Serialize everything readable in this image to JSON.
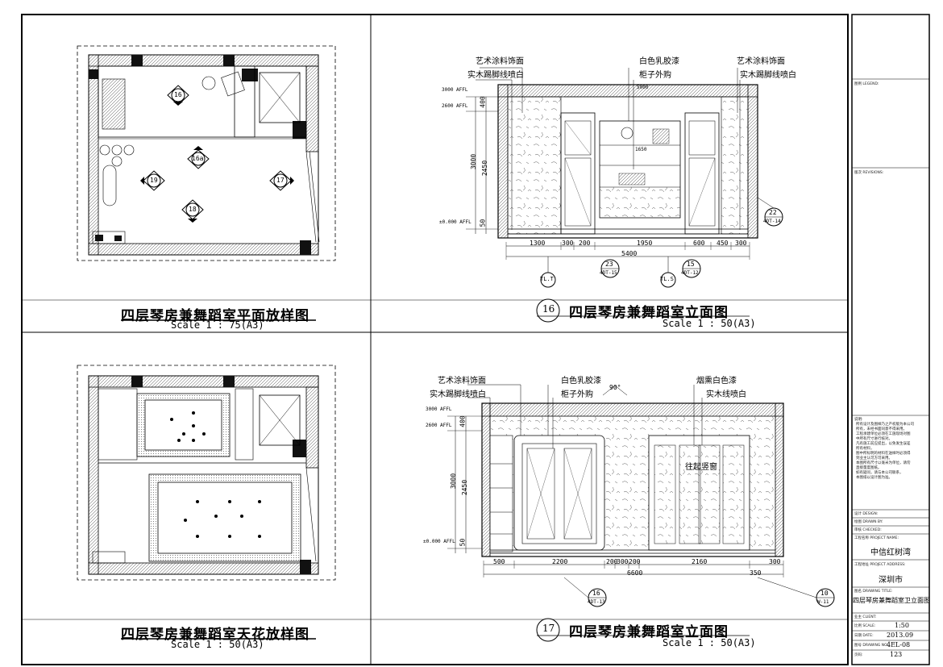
{
  "panels": {
    "plan_floor": {
      "title": "四层琴房兼舞蹈室平面放样图",
      "scale": "Scale 1 : 75(A3)",
      "markers": [
        "16",
        "16a",
        "19",
        "17",
        "18"
      ]
    },
    "elev_16": {
      "number": "16",
      "title": "四层琴房兼舞蹈室立面图",
      "scale": "Scale 1 : 50(A3)",
      "notes": [
        "艺术涂料饰面",
        "实木踢脚线喷白",
        "白色乳胶漆",
        "柜子外购",
        "艺术涂料饰面",
        "实木踢脚线喷白"
      ],
      "levels": [
        "3000 AFFL",
        "2600 AFFL",
        "±0.000 AFFL"
      ],
      "vdims": [
        "400",
        "3000",
        "2450",
        "50"
      ],
      "hdims": [
        "1300",
        "300",
        "200",
        "1950",
        "600",
        "450",
        "300"
      ],
      "total": "5400",
      "inner_dims": [
        "5000",
        "1650"
      ],
      "refs": [
        {
          "n": "23",
          "s": "4DT-15"
        },
        {
          "n": "15",
          "s": "4DT-12"
        },
        {
          "n": "22",
          "s": "4DT-14"
        }
      ],
      "grids": [
        "TL.T",
        "TL.S"
      ]
    },
    "plan_ceiling": {
      "title": "四层琴房兼舞蹈室天花放样图",
      "scale": "Scale 1 : 50(A3)"
    },
    "elev_17": {
      "number": "17",
      "title": "四层琴房兼舞蹈室立面图",
      "scale": "Scale 1 : 50(A3)",
      "notes": [
        "艺术涂料饰面",
        "实木踢脚线喷白",
        "白色乳胶漆",
        "柜子外购",
        "烟熏白色漆",
        "实木线喷白"
      ],
      "levels": [
        "3000 AFFL",
        "2600 AFFL",
        "±0.000 AFFL"
      ],
      "vdims": [
        "400",
        "3000",
        "2450",
        "50"
      ],
      "hdims": [
        "500",
        "2200",
        "200",
        "300",
        "200",
        "2160",
        "300"
      ],
      "total": "6600",
      "small_dim": "350",
      "angle": "90°",
      "door_label": "往起竖窗",
      "refs": [
        {
          "n": "16",
          "s": "4DT-13"
        },
        {
          "n": "10",
          "s": "W-11"
        }
      ]
    }
  },
  "titleblock": {
    "legend_label": "图例 LEGEND:",
    "revisions_label": "版次 REVISIONS:",
    "notes_label": "说明:",
    "notes": [
      "所有设计及图样乃之产权版为本公司",
      "所有，未经书面同意不得采用。",
      "工程承建单位必须在工施现场对图",
      "中所有尺寸进行核对。",
      "凡有施工前应提出，以免发生误差",
      "所有材料，",
      "图中所标明的材料在送样时必须得",
      "到业主认可方可采用。",
      "本图所有尺寸以毫米为单位，请勿",
      "直接量度图纸。",
      "如有疑问，请与本公司联系，",
      "本图纸以设计图为准。"
    ],
    "design_label": "设计 DESIGN:",
    "drawn_label": "绘图 DRAWN BY:",
    "checked_label": "审核 CHECKED:",
    "project_label": "工程名称 PROJECT NAME:",
    "project_name": "中信红树湾",
    "address_label": "工程地址 PROJECT ADDRESS:",
    "address": "深圳市",
    "drawing_title_label": "图名 DRAWING TITLE:",
    "drawing_title": "四层琴房兼舞蹈室卫立面图",
    "client_label": "业主 CLIENT:",
    "scale_label": "比例 SCALE:",
    "scale_value": "1:50",
    "date_label": "日期 DATE:",
    "date_value": "2013.09",
    "dwgno_label": "图号 DRAWING NO:",
    "dwgno_value": "4EL-08",
    "page_label": "页码:",
    "page_value": "123"
  }
}
